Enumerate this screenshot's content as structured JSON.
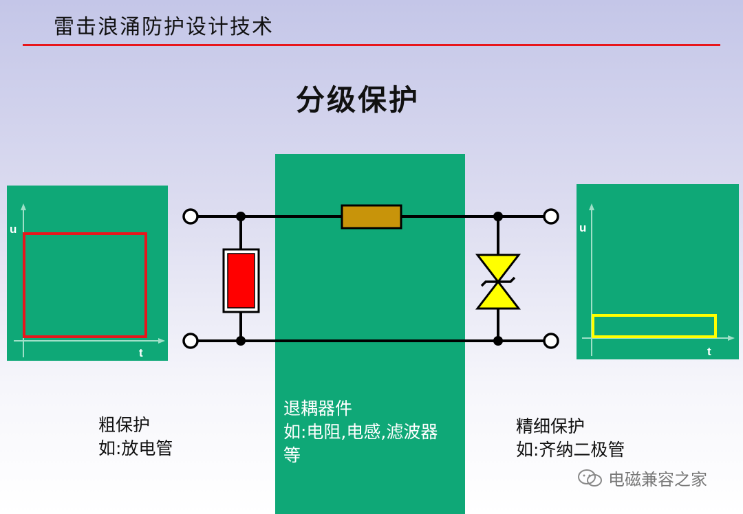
{
  "header": {
    "title": "雷击浪涌防护设计技术"
  },
  "slide": {
    "title": "分级保护"
  },
  "graph_left": {
    "y_axis": "u",
    "x_axis": "t"
  },
  "graph_right": {
    "y_axis": "u",
    "x_axis": "t"
  },
  "captions": {
    "coarse": {
      "line1": "粗保护",
      "line2": "如:放电管"
    },
    "decoupling": {
      "line1": "退耦器件",
      "line2": "如:电阻,电感,滤波器",
      "line3": "等"
    },
    "fine": {
      "line1": "精细保护",
      "line2": "如:齐纳二极管"
    }
  },
  "watermark": {
    "text": "电磁兼容之家"
  },
  "colors": {
    "green": "#0fa877",
    "gas_tube": "#ff0000",
    "resistor": "#c8940a",
    "zener": "#ffff00",
    "waveform_coarse": "#e8161c",
    "waveform_fine": "#ffff00",
    "header_rule": "#e8161c"
  }
}
